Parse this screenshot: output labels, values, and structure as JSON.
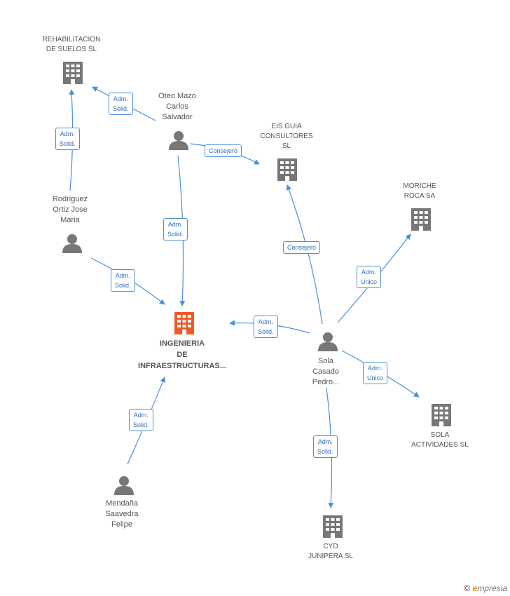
{
  "colors": {
    "edge": "#4a90d9",
    "node_icon": "#777777",
    "center_icon": "#f05a28",
    "label_text": "#555555",
    "edge_label_text": "#2a6fbf",
    "brand_orange": "#f58220"
  },
  "nodes": {
    "rehabilitacion": {
      "label": "REHABILITACION\nDE SUELOS SL",
      "icon": "building-icon"
    },
    "oteo": {
      "label": "Oteo Mazo\nCarlos\nSalvador",
      "icon": "person-icon"
    },
    "eis_guia": {
      "label": "EIS GUIA\nCONSULTORES\nSL",
      "icon": "building-icon"
    },
    "moriche": {
      "label": "MORICHE\nROCA SA",
      "icon": "building-icon"
    },
    "rodriguez": {
      "label": "Rodriguez\nOrtiz Jose\nMaria",
      "icon": "person-icon"
    },
    "ingenieria": {
      "label": "INGENIERIA\nDE\nINFRAESTRUCTURAS...",
      "icon": "building-icon"
    },
    "sola": {
      "label": "Sola\nCasado\nPedro...",
      "icon": "person-icon"
    },
    "sola_actividades": {
      "label": "SOLA\nACTIVIDADES SL",
      "icon": "building-icon"
    },
    "mendana": {
      "label": "Mendaña\nSaavedra\nFelipe",
      "icon": "person-icon"
    },
    "cyd": {
      "label": "CYD\nJUNIPERA SL",
      "icon": "building-icon"
    }
  },
  "edges": {
    "oteo_rehab": "Adm.\nSolid.",
    "rodriguez_rehab": "Adm.\nSolid.",
    "oteo_eis": "Consejero",
    "oteo_ingenieria": "Adm.\nSolid.",
    "rodriguez_ingenieria": "Adm.\nSolid.",
    "sola_eis": "Consejero",
    "sola_moriche": "Adm.\nUnico",
    "sola_ingenieria": "Adm.\nSolid.",
    "sola_actividades": "Adm.\nUnico",
    "mendana_ingenieria": "Adm.\nSolid.",
    "sola_cyd": "Adm.\nSolid."
  },
  "footer": {
    "copyright_symbol": "©",
    "brand_initial": "e",
    "brand_rest": "mpresia"
  }
}
